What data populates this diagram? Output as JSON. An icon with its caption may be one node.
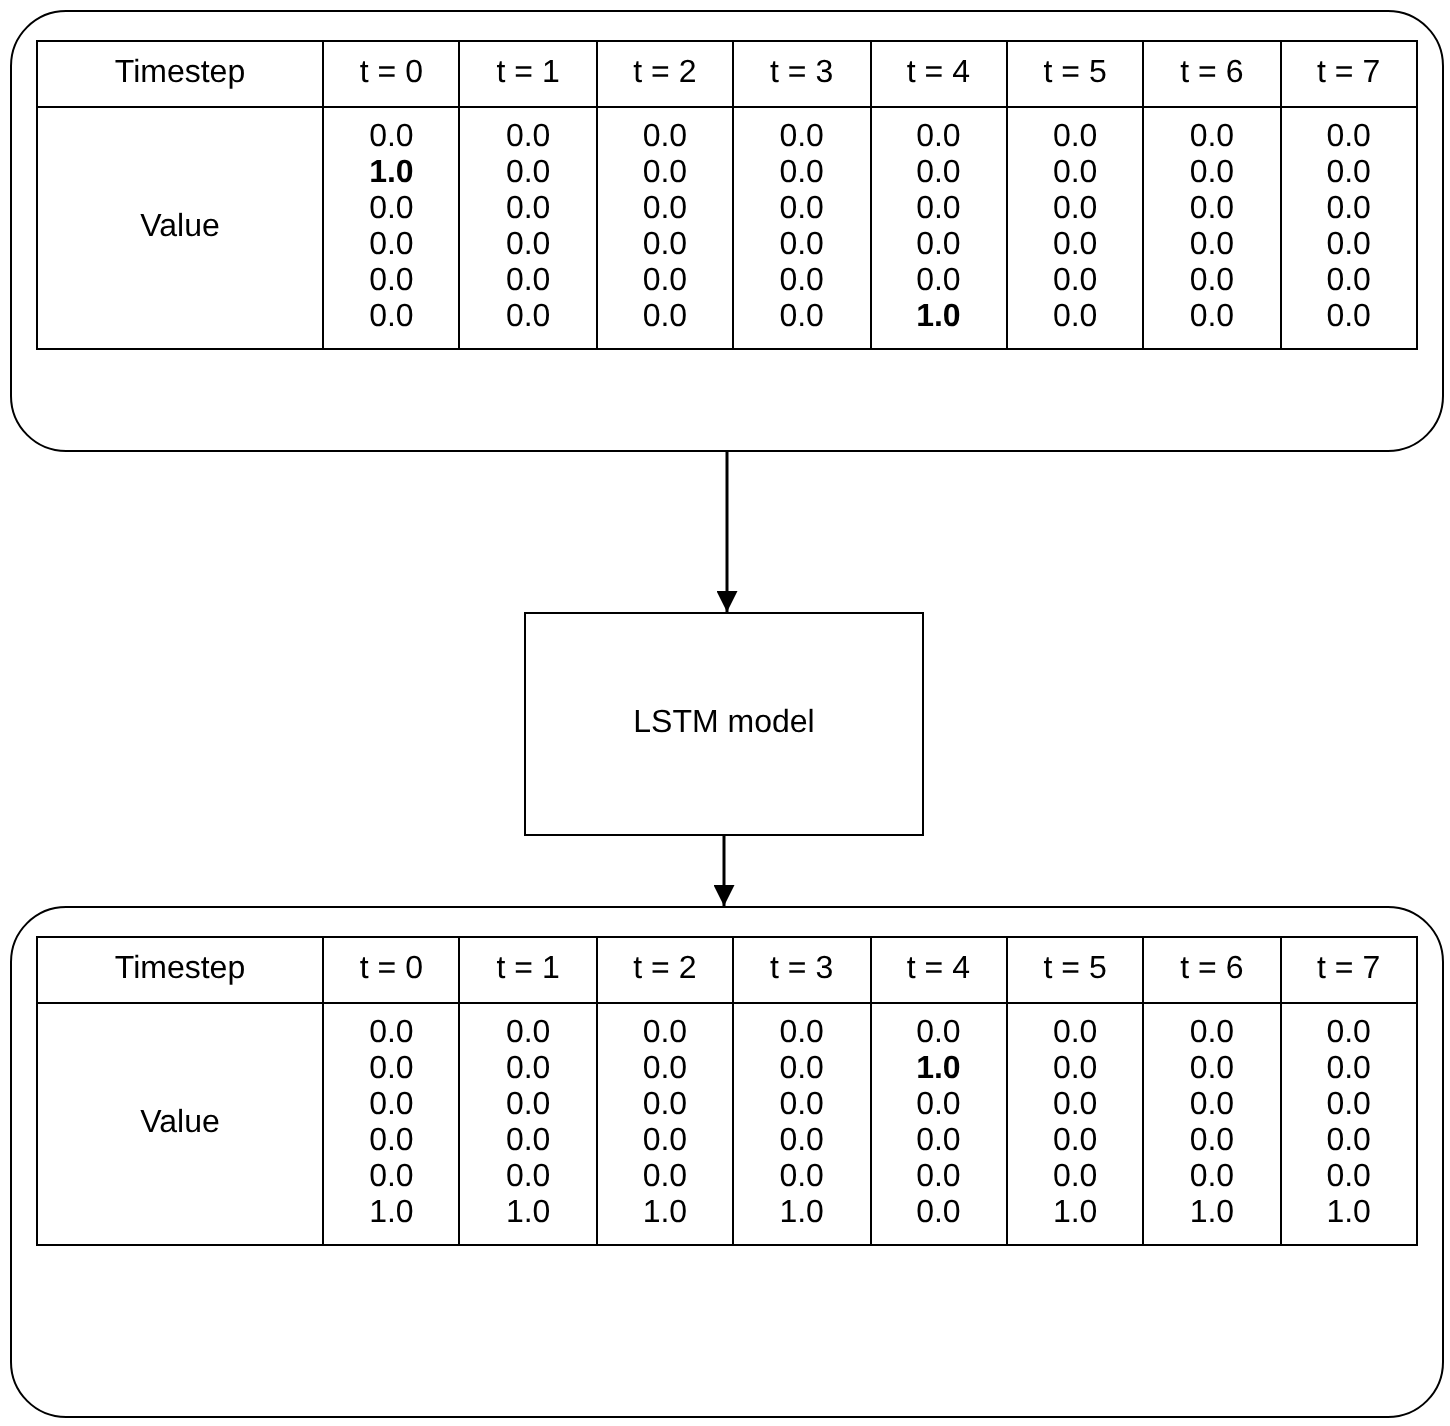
{
  "diagram": {
    "nodes": [
      {
        "text": [
          "Timestep",
          "t = 0",
          "t = 1",
          "t = 2",
          "t = 3",
          "t = 4",
          "t = 5",
          "t = 6",
          "t = 7",
          "Value",
          "0.0 **1.0** 0.0 0.0 0.0 0.0",
          "0.0 0.0 0.0 0.0 0.0 0.0",
          "0.0 0.0 0.0 0.0 0.0 0.0",
          "0.0 0.0 0.0 0.0 0.0 0.0",
          "0.0 0.0 0.0 0.0 0.0 **1.0**",
          "0.0 0.0 0.0 0.0 0.0 0.0",
          "0.0 0.0 0.0 0.0 0.0 0.0",
          "0.0 0.0 0.0 0.0 0.0 0.0"
        ]
      },
      {
        "text": [
          "LSTM model"
        ]
      },
      {
        "text": [
          "Timestep",
          "t = 0",
          "t = 1",
          "t = 2",
          "t = 3",
          "t = 4",
          "t = 5",
          "t = 6",
          "t = 7",
          "Value",
          "0.0 0.0 0.0 0.0 0.0 1.0",
          "0.0 0.0 0.0 0.0 0.0 1.0",
          "0.0 0.0 0.0 0.0 0.0 1.0",
          "0.0 0.0 0.0 0.0 0.0 1.0",
          "0.0 **1.0** 0.0 0.0 0.0 0.0",
          "0.0 0.0 0.0 0.0 0.0 1.0",
          "0.0 0.0 0.0 0.0 0.0 1.0",
          "0.0 0.0 0.0 0.0 0.0 1.0"
        ]
      }
    ],
    "edges": [
      {
        "from": 0,
        "to": 1,
        "arrow": "to"
      },
      {
        "from": 1,
        "to": 2,
        "arrow": "to"
      }
    ]
  }
}
